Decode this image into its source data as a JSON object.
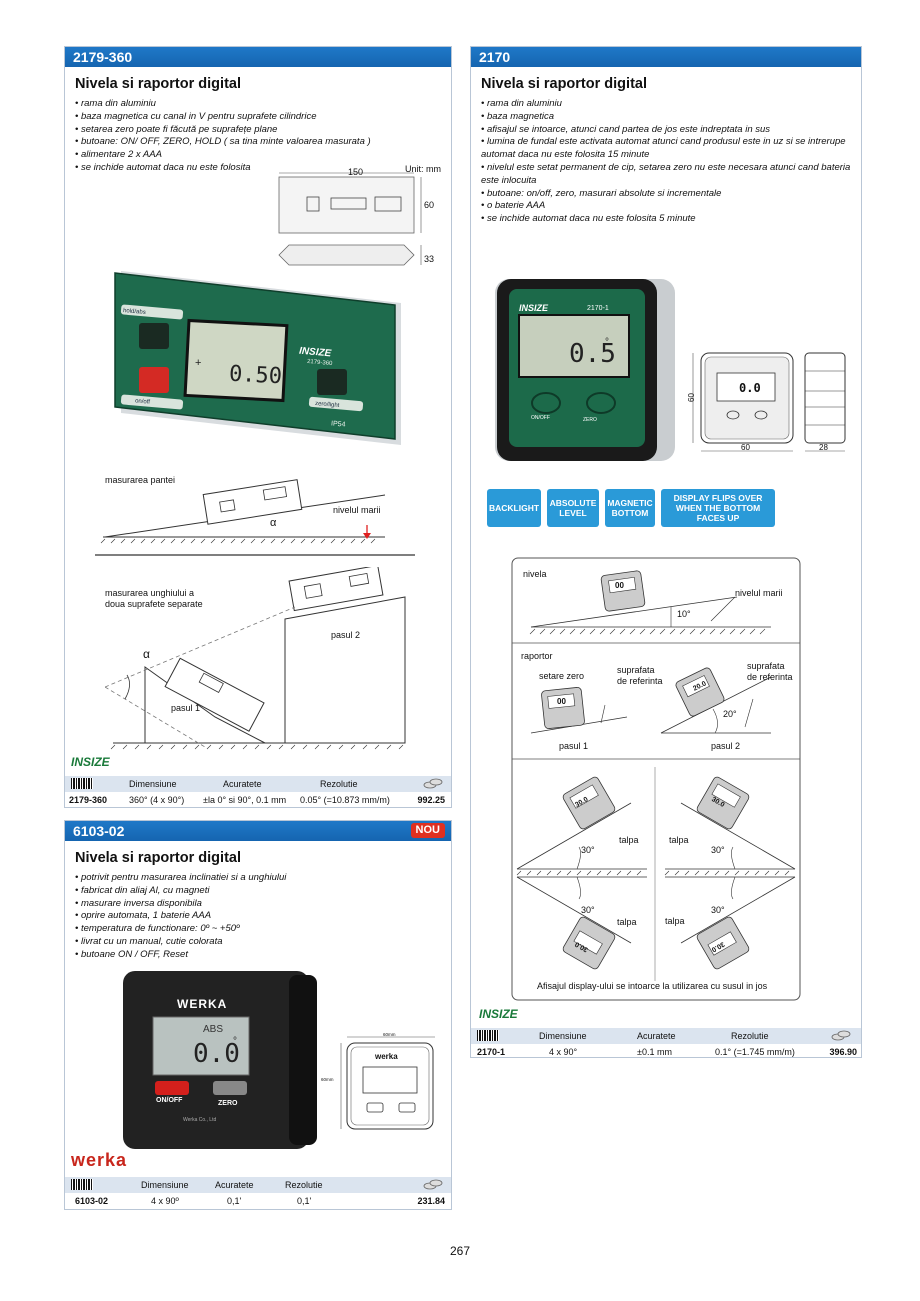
{
  "p1": {
    "code": "2179-360",
    "title": "Nivela si raportor digital",
    "features": [
      "rama din aluminiu",
      "baza magnetica cu canal in V pentru suprafete cilindrice",
      "setarea zero poate fi făcută pe suprafețe plane",
      "butoane: ON/ OFF, ZERO, HOLD ( sa tina minte valoarea masurata )",
      "alimentare 2 x AAA",
      "se inchide automat daca nu este folosita"
    ],
    "drawing": {
      "width": "150",
      "unit": "Unit: mm",
      "height": "60",
      "depth": "33"
    },
    "device": {
      "btn1": "hold/abs",
      "btn2": "on/off",
      "btn3": "zero/light",
      "reading": "0.50",
      "model": "2179-360",
      "ip": "IP54",
      "plus": "+"
    },
    "labels": {
      "slope": "masurarea pantei",
      "sea": "nivelul marii",
      "alpha": "α",
      "angle1": "masurarea unghiului a",
      "angle2": "doua suprafete separate",
      "step2": "pasul 2",
      "step1": "pasul 1"
    },
    "brand": "INSIZE",
    "table": {
      "h1": "Dimensiune",
      "h2": "Acuratete",
      "h3": "Rezolutie",
      "code": "2179-360",
      "dim": "360° (4 x 90°)",
      "acc": "±la 0° si 90°, 0.1 mm",
      "res": "0.05° (=10.873 mm/m)",
      "price": "992.25"
    }
  },
  "p2": {
    "code": "6103-02",
    "nou": "NOU",
    "title": "Nivela si raportor digital",
    "features": [
      "potrivit pentru masurarea inclinatiei si a unghiului",
      "fabricat din aliaj Al, cu magneti",
      "masurare inversa disponibila",
      "oprire automata, 1 baterie AAA",
      "temperatura de functionare: 0º ~ +50º",
      "livrat cu un manual, cutie colorata",
      "butoane ON / OFF, Reset"
    ],
    "device": {
      "brand": "WERKA",
      "abs": "ABS",
      "reading": "0.0",
      "deg": "°",
      "onoff": "ON/OFF",
      "zero": "ZERO",
      "company": "Werka Co., Ltd"
    },
    "drawing": {
      "width": "60mm",
      "height": "60mm",
      "brand": "werka"
    },
    "brand": "werka",
    "table": {
      "h1": "Dimensiune",
      "h2": "Acuratete",
      "h3": "Rezolutie",
      "code": "6103-02",
      "dim": "4 x 90º",
      "acc": "0,1'",
      "res": "0,1'",
      "price": "231.84"
    }
  },
  "p3": {
    "code": "2170",
    "title": "Nivela si raportor digital",
    "features": [
      "rama din aluminiu",
      "baza magnetica",
      "afisajul se intoarce, atunci cand partea de jos este indreptata in sus",
      "lumina de fundal este activata automat atunci cand produsul este in uz si se intrerupe automat daca nu este folosita 15 minute",
      "nivelul este setat permanent de cip, setarea zero nu este necesara atunci cand bateria este inlocuita",
      "butoane: on/off, zero, masurari absolute si incrementale",
      "o baterie  AAA",
      "se inchide automat daca nu este folosita 5 minute"
    ],
    "device": {
      "brand": "INSIZE",
      "model": "2170-1",
      "reading": "0.5",
      "deg": "°",
      "onoff": "ON/OFF",
      "zero": "ZERO"
    },
    "drawing": {
      "h": "60",
      "w": "60",
      "d": "28",
      "reading": "0.0"
    },
    "badges": [
      "BACKLIGHT",
      "ABSOLUTE LEVEL",
      "MAGNETIC BOTTOM",
      "DISPLAY FLIPS OVER WHEN THE BOTTOM FACES UP"
    ],
    "diagram": {
      "nivela": "nivela",
      "sea": "nivelul marii",
      "ten": "10°",
      "raportor": "raportor",
      "setzero": "setare zero",
      "ref1a": "suprafata",
      "ref1b": "de referinta",
      "ref2a": "suprafata",
      "ref2b": "de referinta",
      "twenty": "20°",
      "step1": "pasul 1",
      "step2": "pasul 2",
      "talpa": "talpa",
      "thirty": "30°",
      "reading": "00",
      "reading2": "20.0",
      "reading3": "30.0",
      "caption": "Afisajul display-ului se intoarce la utilizarea cu susul in jos"
    },
    "brand": "INSIZE",
    "table": {
      "h1": "Dimensiune",
      "h2": "Acuratete",
      "h3": "Rezolutie",
      "code": "2170-1",
      "dim": "4 x 90°",
      "acc": "±0.1 mm",
      "res": "0.1° (=1.745 mm/m)",
      "price": "396.90"
    }
  },
  "page": "267"
}
